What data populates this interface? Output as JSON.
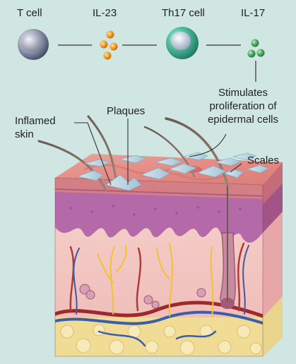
{
  "pathway": {
    "t_cell": "T cell",
    "il23": "IL-23",
    "th17_cell": "Th17 cell",
    "il17": "IL-17"
  },
  "labels": {
    "stimulates_line1": "Stimulates",
    "stimulates_line2": "proliferation of",
    "stimulates_line3": "epidermal cells",
    "plaques": "Plaques",
    "inflamed_line1": "Inflamed",
    "inflamed_line2": "skin",
    "scales": "Scales"
  },
  "colors": {
    "background": "#cfe6e2",
    "t_cell": "#8a90a8",
    "il23": "#f0a020",
    "th17": "#4bb8a0",
    "il17": "#3e9e55",
    "epidermis": "#c77aa6",
    "dermis": "#f2c8c4",
    "fat": "#f2e2a0"
  }
}
